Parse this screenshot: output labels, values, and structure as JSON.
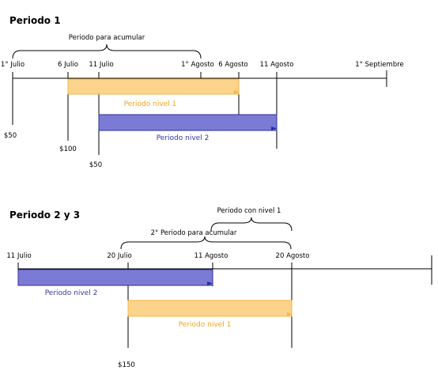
{
  "colors": {
    "axis": "#000000",
    "orange_fill": "#fcd38a",
    "orange_edge": "#f4b442",
    "orange_text": "#f2a516",
    "blue_fill": "#7b7bd6",
    "blue_edge": "#2e2e9e",
    "blue_text": "#3535a8"
  },
  "period1": {
    "title": "Periodo 1",
    "brace_label": "Periodo para acumular",
    "dates": {
      "d1": "1° Julio",
      "d2": "6 Julio",
      "d3": "11 Julio",
      "d4": "1° Agosto",
      "d5": "6 Agosto",
      "d6": "11 Agosto",
      "d7": "1° Septiembre"
    },
    "bar_orange_label": "Periodo nivel 1",
    "bar_blue_label": "Periodo nivel 2",
    "amount_a": "$50",
    "amount_b": "$100",
    "amount_c": "$50"
  },
  "period2": {
    "title": "Periodo 2 y 3",
    "brace_top_label": "Periodo con nivel 1",
    "brace_label": "2° Periodo para acumular",
    "dates": {
      "d1": "11 Julio",
      "d2": "20 Julio",
      "d3": "11 Agosto",
      "d4": "20 Agosto"
    },
    "bar_blue_label": "Periodo nivel 2",
    "bar_orange_label": "Periodo nivel 1",
    "amount": "$150"
  }
}
